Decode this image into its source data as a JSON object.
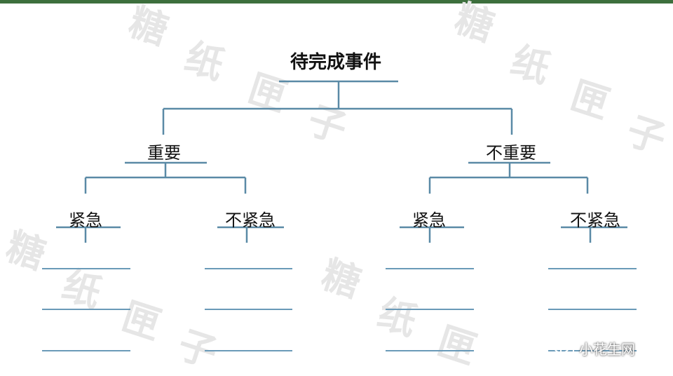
{
  "watermark": {
    "chars": [
      "糖",
      "纸",
      "匣",
      "子"
    ]
  },
  "tree": {
    "root": "待完成事件",
    "branches": [
      {
        "label": "重要",
        "children": [
          "紧急",
          "不紧急"
        ]
      },
      {
        "label": "不重要",
        "children": [
          "紧急",
          "不紧急"
        ]
      }
    ]
  },
  "footer": {
    "text": "小花生网",
    "icon": "wechat-icon"
  },
  "colors": {
    "line": "#5a8aa6",
    "blank": "#6a9ab8",
    "topbar": "#3d6f3d"
  }
}
